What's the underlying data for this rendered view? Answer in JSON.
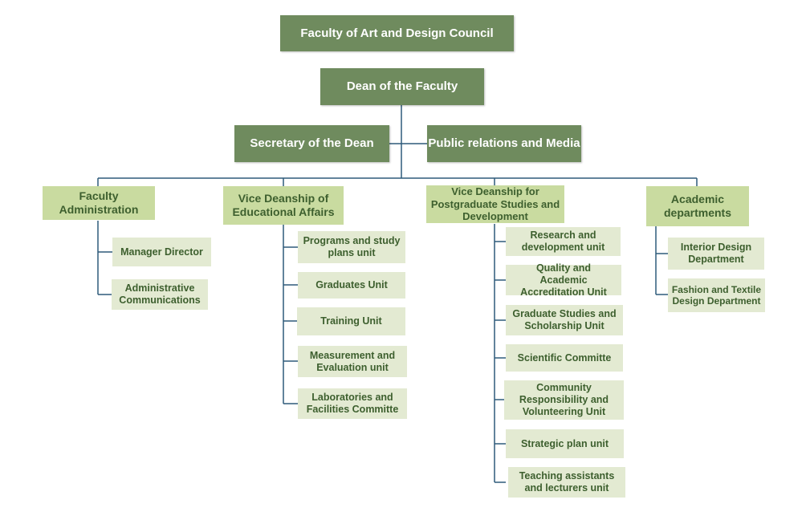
{
  "chart_data": {
    "type": "org-chart",
    "council": "Faculty of Art and Design Council",
    "dean": "Dean of the Faculty",
    "dean_staff": [
      "Secretary of the Dean",
      "Public relations and Media"
    ],
    "divisions": [
      {
        "name": "Faculty Administration",
        "units": [
          "Manager Director",
          "Administrative Communications"
        ]
      },
      {
        "name": "Vice Deanship of Educational Affairs",
        "units": [
          "Programs and study plans unit",
          "Graduates Unit",
          "Training Unit",
          "Measurement and Evaluation unit",
          "Laboratories and Facilities Committe"
        ]
      },
      {
        "name": "Vice Deanship for Postgraduate Studies and Development",
        "units": [
          "Research and development unit",
          "Quality and Academic Accreditation Unit",
          "Graduate Studies and Scholarship Unit",
          "Scientific Committe",
          "Community Responsibility and Volunteering Unit",
          "Strategic plan unit",
          "Teaching assistants and lecturers unit"
        ]
      },
      {
        "name": "Academic departments",
        "units": [
          "Interior Design Department",
          "Fashion and Textile Design Department"
        ]
      }
    ]
  },
  "colors": {
    "dark_box": "#6f8b5e",
    "division_box": "#c9dba0",
    "unit_box": "#e3ead2",
    "text_green": "#3d5f2e",
    "connector": "#2e5a7a"
  }
}
